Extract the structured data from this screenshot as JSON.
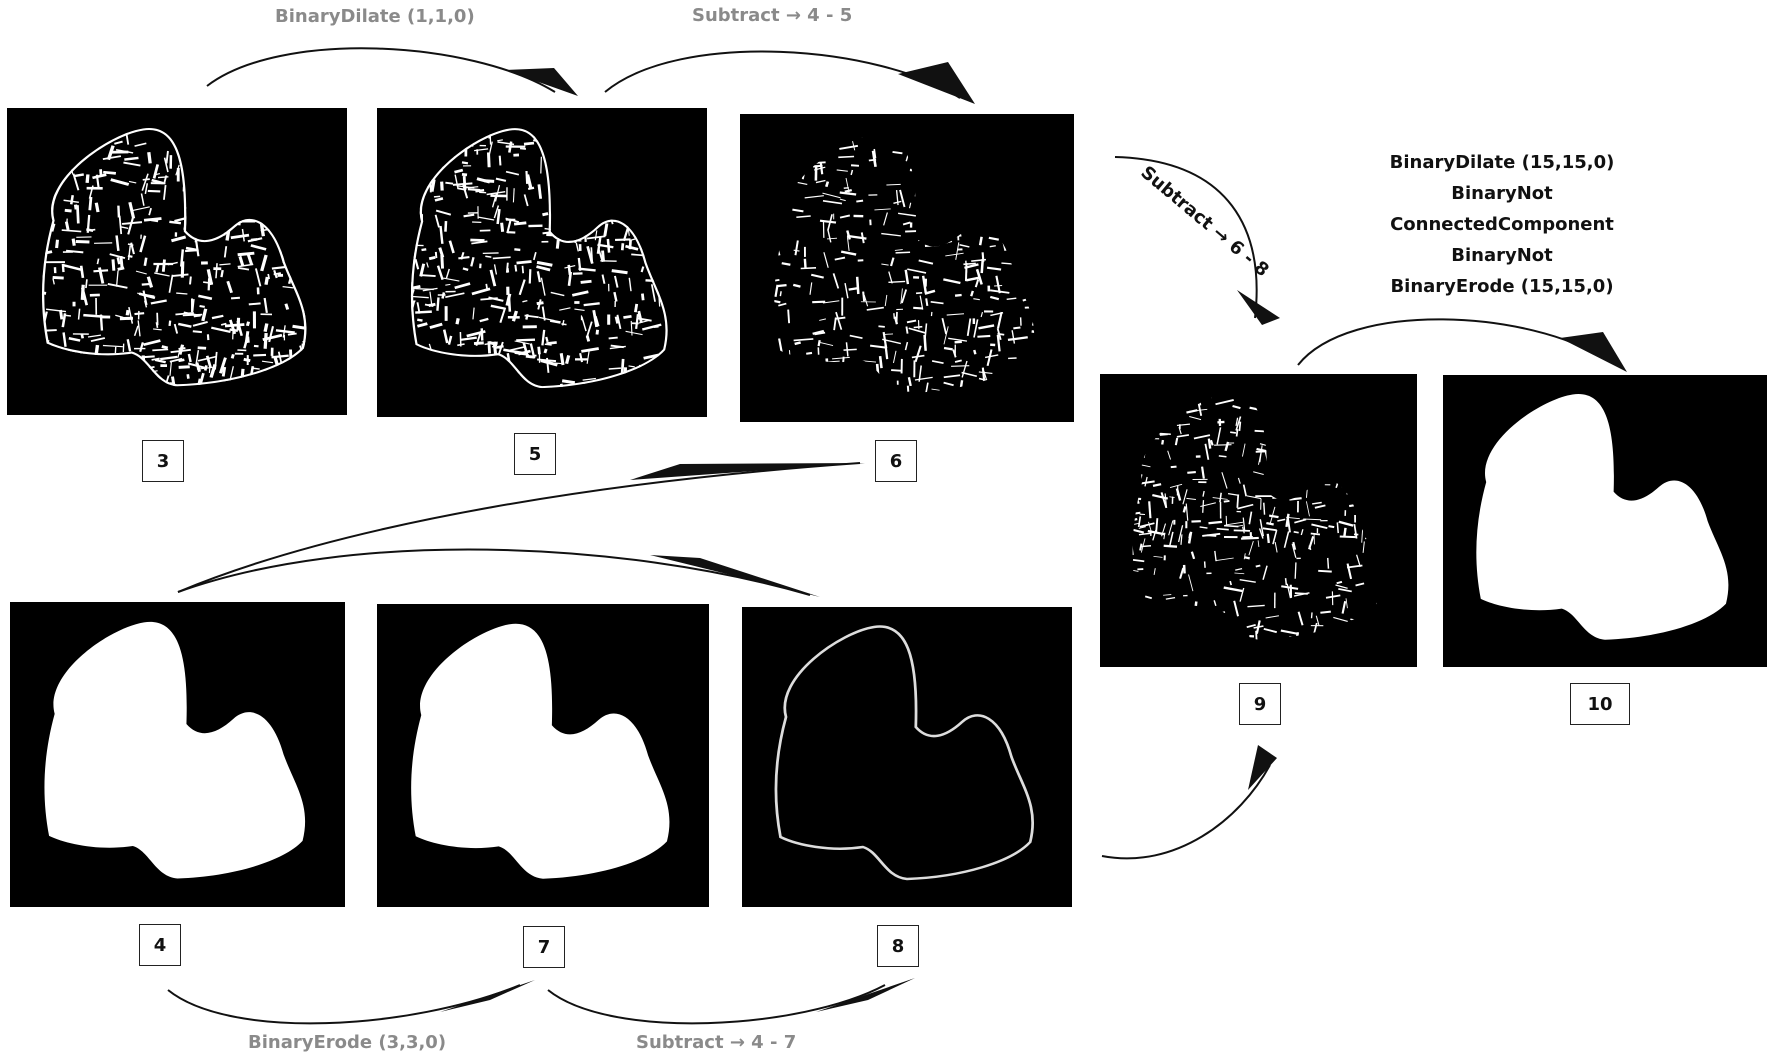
{
  "panels": [
    {
      "id": "3",
      "kind": "trabecular",
      "num": "3"
    },
    {
      "id": "5",
      "kind": "trabecular",
      "num": "5"
    },
    {
      "id": "6",
      "kind": "sparse",
      "num": "6"
    },
    {
      "id": "4",
      "kind": "mask",
      "num": "4"
    },
    {
      "id": "7",
      "kind": "mask",
      "num": "7"
    },
    {
      "id": "8",
      "kind": "outline",
      "num": "8"
    },
    {
      "id": "9",
      "kind": "sparse",
      "num": "9"
    },
    {
      "id": "10",
      "kind": "mask",
      "num": "10"
    }
  ],
  "labels": {
    "dilate_1": "BinaryDilate (1,1,0)",
    "subtract_45": "Subtract → 4 - 5",
    "subtract_68": "Subtract → 6 - 8",
    "erode_3": "BinaryErode (3,3,0)",
    "subtract_47": "Subtract → 4 - 7"
  },
  "ops_stack": [
    "BinaryDilate (15,15,0)",
    "BinaryNot",
    "ConnectedComponent",
    "BinaryNot",
    "BinaryErode (15,15,0)"
  ],
  "colors": {
    "arrow": "#111111",
    "label_gray": "#8a8a8a",
    "bone": "#ffffff",
    "background": "#000000"
  }
}
